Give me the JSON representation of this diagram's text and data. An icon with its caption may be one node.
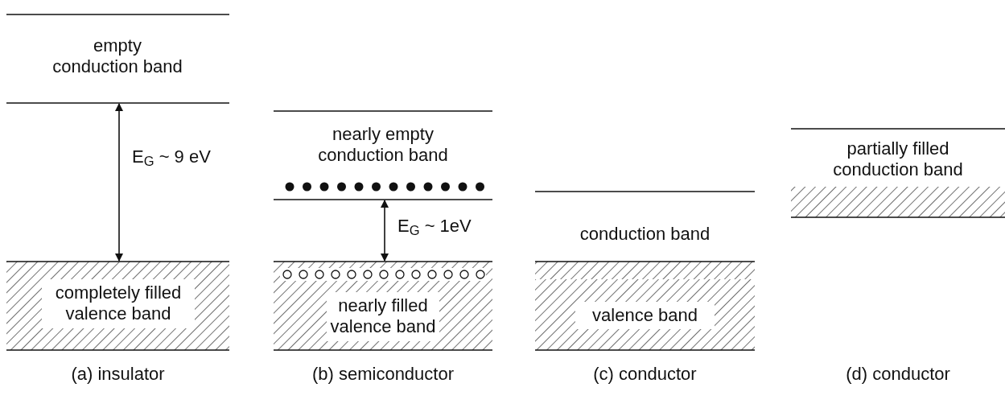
{
  "diagram": {
    "nodes": [
      {
        "text": [
          "empty conduction band"
        ]
      },
      {
        "text": [
          "completely filled valence band"
        ]
      },
      {
        "text": [
          "nearly empty conduction band"
        ]
      },
      {
        "text": [
          "nearly filled valence band"
        ]
      },
      {
        "text": [
          "conduction band"
        ]
      },
      {
        "text": [
          "valence band"
        ]
      },
      {
        "text": [
          "partially filled conduction band"
        ]
      }
    ],
    "edges": [
      {
        "from": 0,
        "to": 1,
        "arrow": "both",
        "label": "E$_{G}$ ~ 9 eV"
      },
      {
        "from": 2,
        "to": 3,
        "arrow": "both",
        "label": "E$_{G}$ ~ 1eV"
      }
    ],
    "labels": [
      "(a) insulator",
      "(b) semiconductor",
      "(c) conductor",
      "(d) conductor"
    ]
  }
}
